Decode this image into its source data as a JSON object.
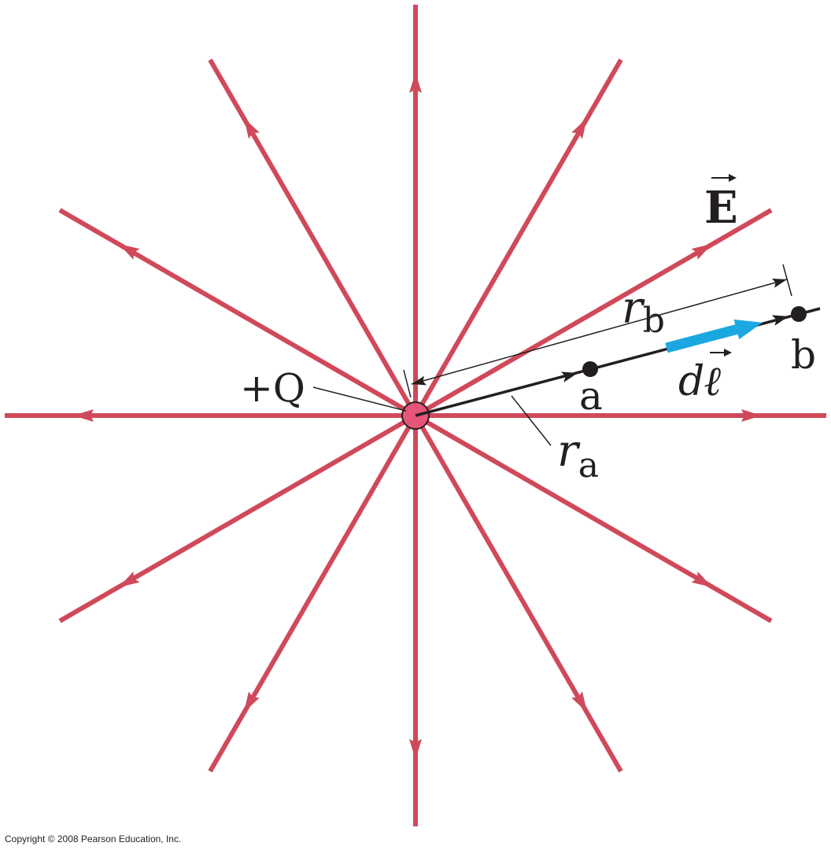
{
  "labels": {
    "field": "E",
    "charge": "+Q",
    "point_a": "a",
    "point_b": "b",
    "r_a_symbol": "r",
    "r_a_subscript": "a",
    "r_b_symbol": "r",
    "r_b_subscript": "b",
    "dl_d": "d",
    "dl_l": "ℓ"
  },
  "copyright": "Copyright © 2008 Pearson Education, Inc.",
  "colors": {
    "field_line": "#d0495a",
    "charge_fill": "#e8557a",
    "displacement_arrow": "#1ba8e0",
    "ink": "#231f20"
  }
}
